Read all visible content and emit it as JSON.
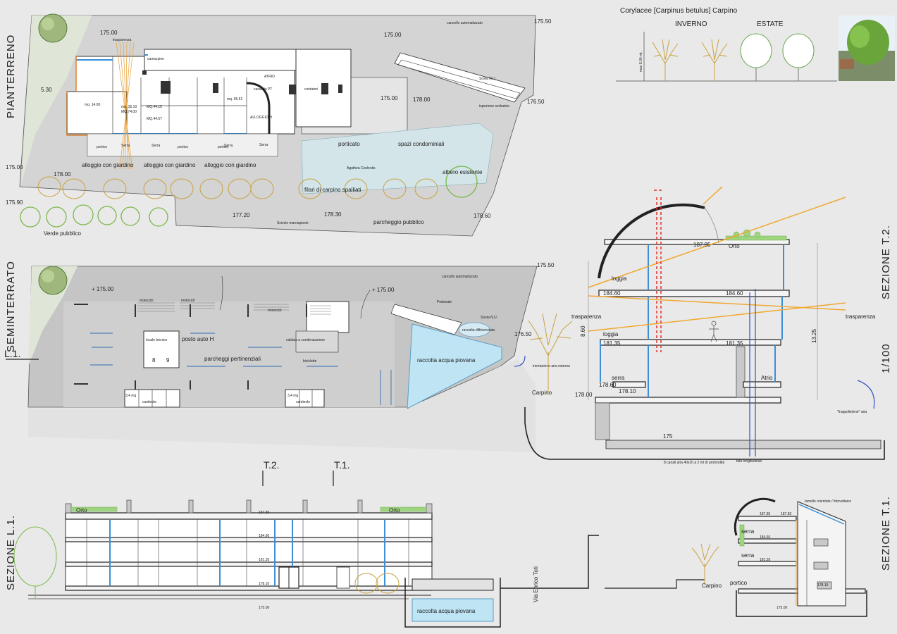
{
  "sheet": {
    "title_pianterreno": "PIANTERRENO",
    "title_seminterrato": "SEMINTERRATO",
    "title_sez_l1": "SEZIONE L.1.",
    "title_sez_t2": "SEZIONE T.2.",
    "title_sez_t1": "SEZIONE T.1.",
    "scale": "1/100",
    "section_marker_l1": "L.1.",
    "section_marker_t2": "T.2.",
    "section_marker_t1": "T.1."
  },
  "tree_legend": {
    "species": "Corylacee  [Carpinus betulus]  Carpino",
    "winter": "INVERNO",
    "summer": "ESTATE",
    "height": "max 8.00 mt."
  },
  "ground_plan": {
    "labels": {
      "trasparenza": "trasparenza",
      "camozzine": "camozzine",
      "atrio": "ATRIO",
      "alloggio_h": "ALLOGGIO  H",
      "cassetta": "cassetta PT",
      "contatori": "contatori",
      "cancello": "cancello automatizzato",
      "sosta": "Sosta N.U.",
      "ispezione": "ispezione serbatoio",
      "porticato": "porticato",
      "spazi": "spazi condominiali",
      "agathea": "Agathea Coelestis",
      "albero": "albero esistente",
      "filari": "filari di carpino spalliati",
      "giardino1": "alloggio con giardino",
      "giardino2": "alloggio con giardino",
      "giardino3": "alloggio con giardino",
      "verde": "Verde pubblico",
      "parcheggio": "parcheggio pubblico",
      "scivolo": "Scivolo marciapiede",
      "portico1": "portico",
      "portico2": "portico",
      "portico3": "portico",
      "serra1": "Serra",
      "serra2": "Serra",
      "serra3": "Serra",
      "serra4": "Serra",
      "mq1": "MQ.44.15",
      "mq2": "MQ.44.57",
      "mq3": "MQ.74.00",
      "mq4": "mq. 65.51",
      "mq5": "mq. 14.00",
      "mq6": "mq. 35.10",
      "dim": "5.30"
    },
    "levels": {
      "l1": "175.00",
      "l2": "175.00",
      "l3": "175.50",
      "l4": "175.00",
      "l5": "178.00",
      "l6": "176.50",
      "l7": "175.00",
      "l8": "178.00",
      "l9": "175.90",
      "l10": "177.20",
      "l11": "178.30",
      "l12": "178.60"
    }
  },
  "basement": {
    "labels": {
      "level1": "+ 175.00",
      "level2": "+ 175.00",
      "level3": "175.50",
      "level4": "176.50",
      "moto1": "motocicli",
      "moto2": "motocicli",
      "moto3": "motocicli",
      "posto": "posto auto H",
      "locale": "locale tecnico",
      "caldaia": "caldaia a condensazione",
      "parcheggi": "parcheggi pertinenziali",
      "biciclette": "biciclette",
      "cantinole1": "cantinole",
      "cantinole2": "cantinole",
      "mq1": "3,4 mq",
      "mq2": "3,4 mq",
      "p8": "8",
      "p9": "9",
      "raccolta": "raccolta acqua piovana",
      "cancello": "cancello automatizzato",
      "pedonale": "Pedonale",
      "sosta": "Sosta N.U.",
      "raccolta_diff": "raccolta differenziata",
      "immissione": "immissione aria esterna"
    }
  },
  "section_t2": {
    "labels": {
      "orto": "Orto",
      "loggia1": "loggia",
      "loggia2": "loggia",
      "trasparenza1": "trasparenza",
      "trasparenza2": "trasparenza",
      "serra": "serra",
      "atrio": "Atrio",
      "carpino": "Carpino",
      "polietilene": "\"frappolietene\" aria",
      "canali": "8 canali aria 40x20 a 2 mt di profondità",
      "tubi": "tubi longitudinali"
    },
    "levels": {
      "l1": "187.85",
      "l2": "184.60",
      "l3": "184.60",
      "l4": "181.35",
      "l5": "181.35",
      "l6": "178.60",
      "l7": "178.10",
      "l8": "178.00",
      "l9": "176.50",
      "l10": "175",
      "h1": "8.60",
      "h2": "13.25"
    }
  },
  "section_l1": {
    "labels": {
      "orto1": "Orto",
      "orto2": "Orto",
      "raccolta": "raccolta acqua piovana",
      "via": "Via Enrico Toti"
    },
    "levels": {
      "l1": "187.85",
      "l2": "184.60",
      "l3": "181.35",
      "l4": "178.10",
      "l5": "175.00"
    }
  },
  "section_t1": {
    "labels": {
      "lamelle": "lamelle orientate / fotovoltaico",
      "serra1": "serra",
      "serra2": "serra",
      "carpino": "Carpino",
      "portico": "portico"
    },
    "levels": {
      "l1": "187.85",
      "l2": "187.83",
      "l3": "184.60",
      "l4": "181.35",
      "l5": "178.10",
      "l6": "175.00"
    }
  },
  "colors": {
    "background": "#e9e9e9",
    "glazing": "#3a8fd6",
    "vegetation": "#7ab84a",
    "water": "#bfe4f4",
    "ventilation": "#e8a13a",
    "air_path": "#e0312b"
  }
}
